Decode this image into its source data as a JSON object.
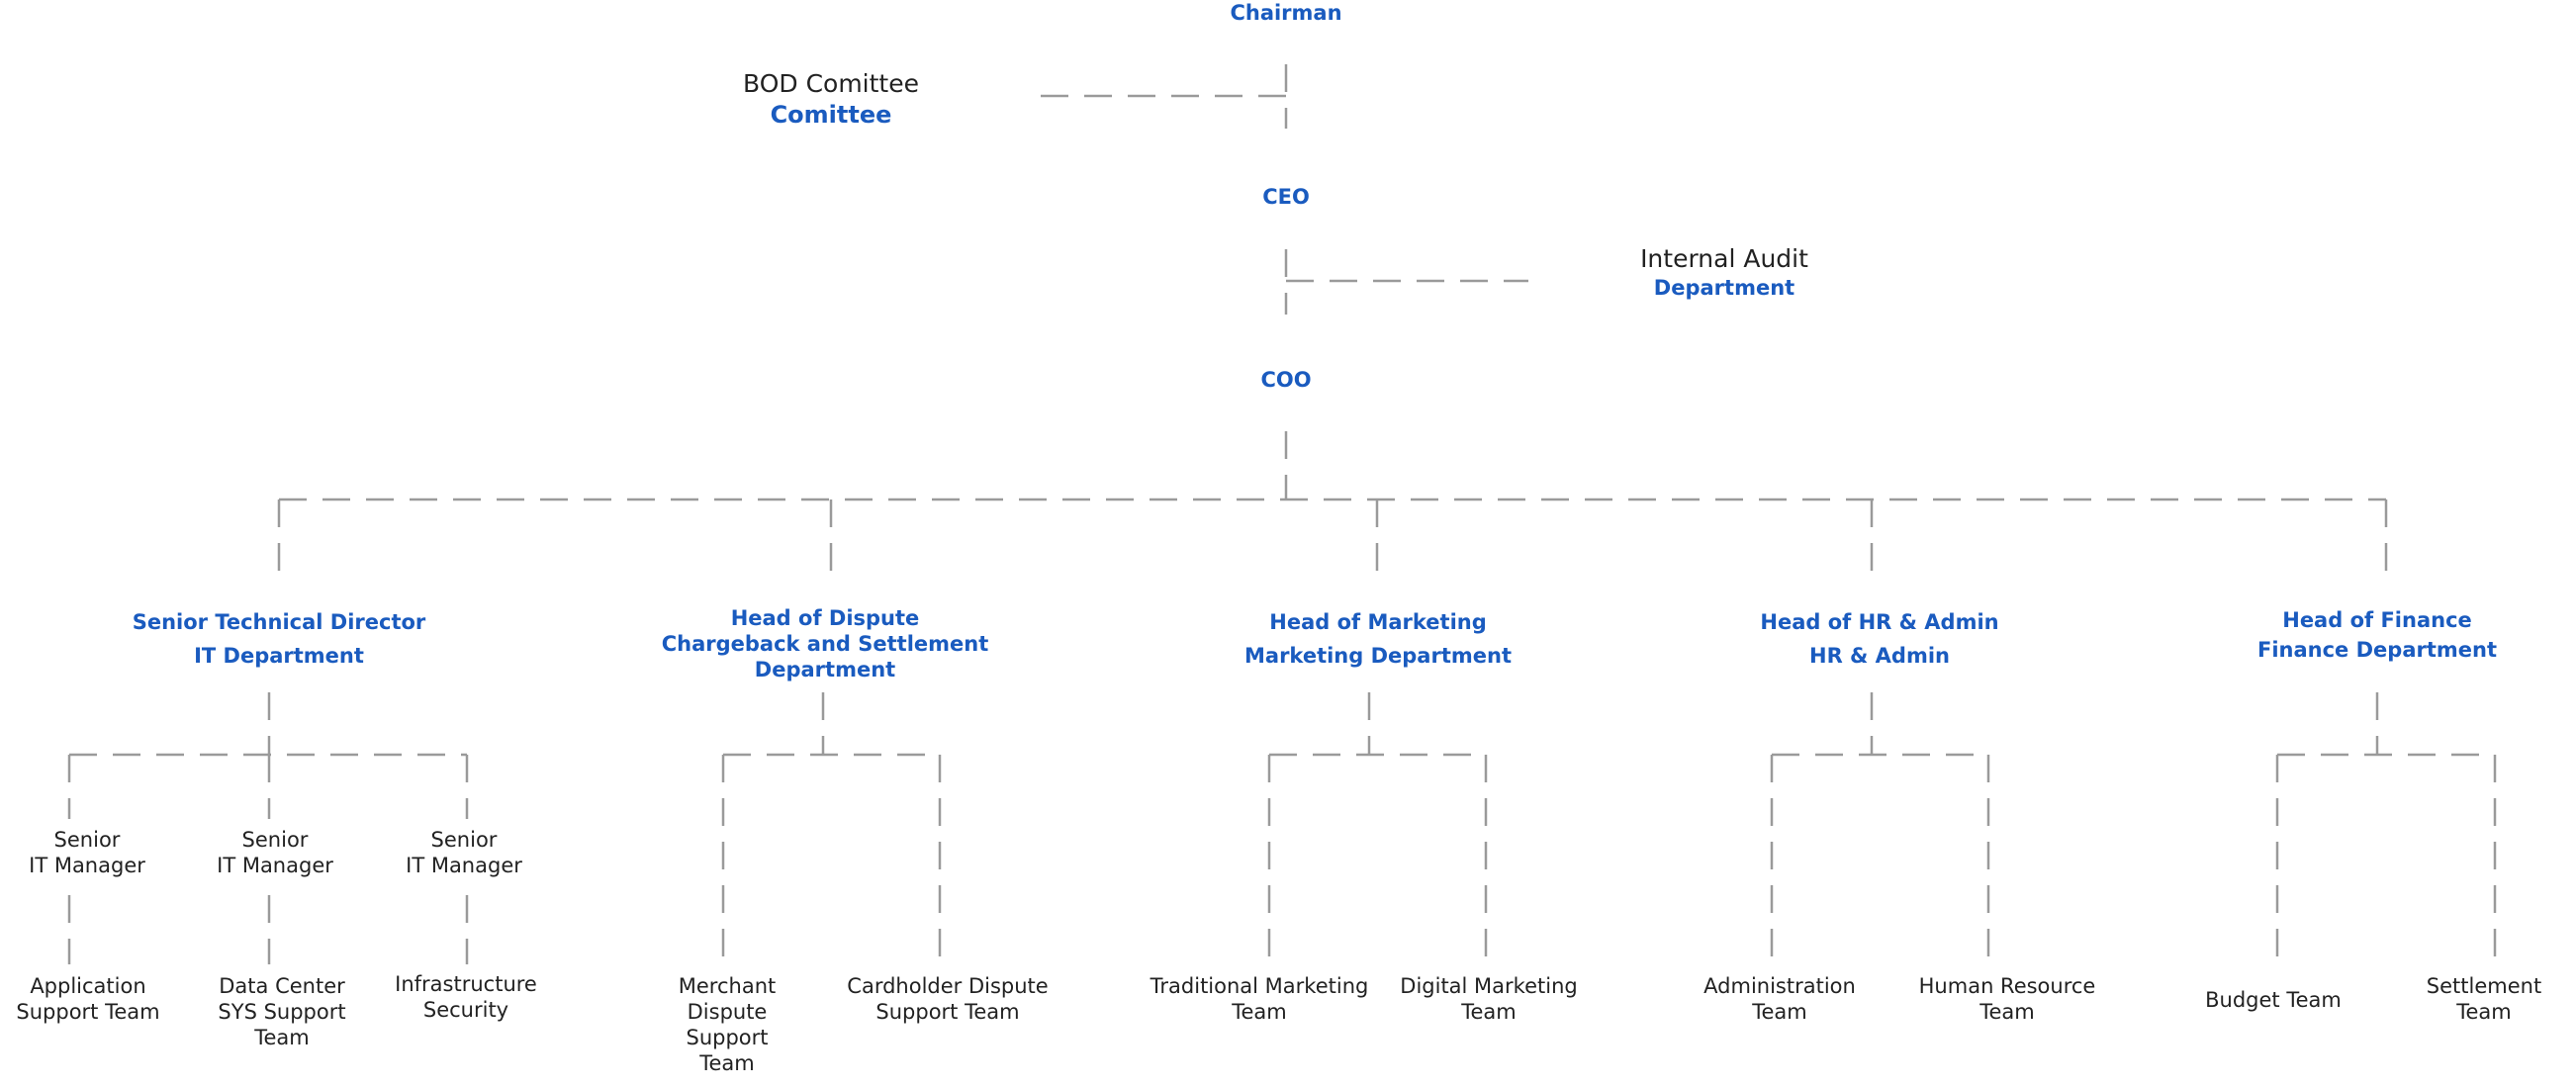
{
  "chairman": "Chairman",
  "bod": {
    "line1": "BOD Comittee",
    "line2": "Comittee"
  },
  "ceo": "CEO",
  "audit": {
    "line1": "Internal Audit",
    "line2": "Department"
  },
  "coo": "COO",
  "departments": [
    {
      "lines": [
        "Senior Technical Director",
        "IT Department"
      ]
    },
    {
      "lines": [
        "Head of Dispute",
        "Chargeback and Settlement",
        "Department"
      ]
    },
    {
      "lines": [
        "Head of Marketing",
        "Marketing Department"
      ]
    },
    {
      "lines": [
        "Head of HR & Admin",
        "HR & Admin"
      ]
    },
    {
      "lines": [
        "Head of Finance",
        "Finance Department"
      ]
    }
  ],
  "it_managers": [
    {
      "lines": [
        "Senior",
        "IT Manager"
      ]
    },
    {
      "lines": [
        "Senior",
        "IT Manager"
      ]
    },
    {
      "lines": [
        "Senior",
        "IT Manager"
      ]
    }
  ],
  "teams": [
    {
      "lines": [
        "Application",
        "Support Team"
      ]
    },
    {
      "lines": [
        "Data Center",
        "SYS Support",
        "Team"
      ]
    },
    {
      "lines": [
        "Infrastructure",
        "Security"
      ]
    },
    {
      "lines": [
        "Merchant",
        "Dispute",
        "Support",
        "Team"
      ]
    },
    {
      "lines": [
        "Cardholder Dispute",
        "Support Team"
      ]
    },
    {
      "lines": [
        "Traditional Marketing",
        "Team"
      ]
    },
    {
      "lines": [
        "Digital Marketing",
        "Team"
      ]
    },
    {
      "lines": [
        "Administration",
        "Team"
      ]
    },
    {
      "lines": [
        "Human Resource",
        "Team"
      ]
    },
    {
      "lines": [
        "Budget Team"
      ]
    },
    {
      "lines": [
        "Settlement",
        "Team"
      ]
    }
  ]
}
